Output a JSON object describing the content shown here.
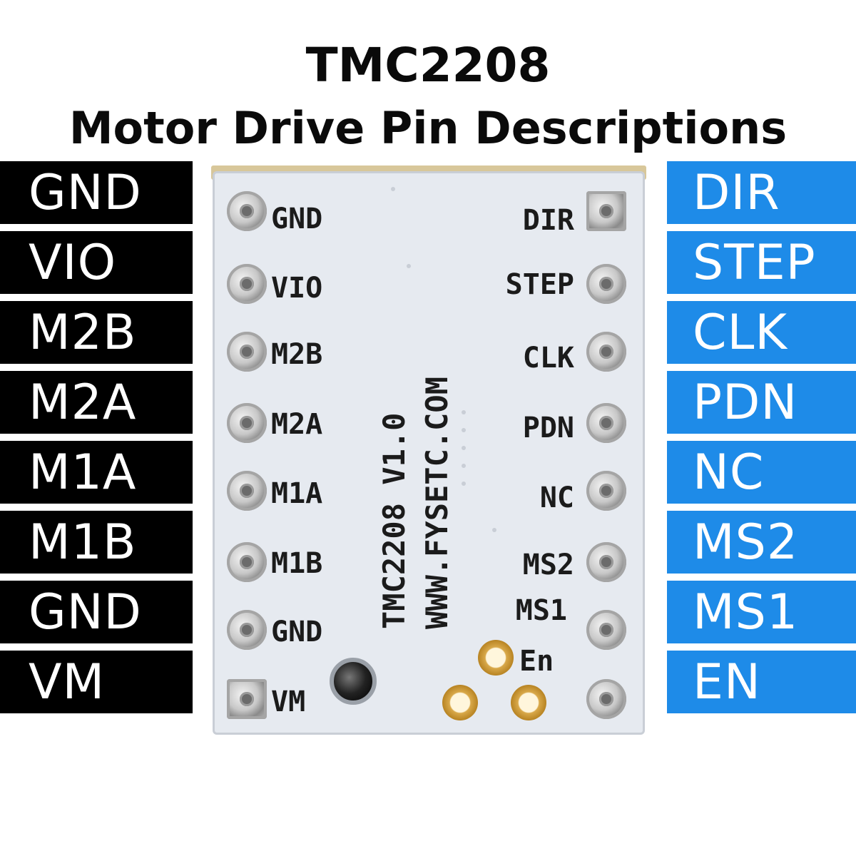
{
  "title": {
    "line1": "TMC2208",
    "line2": "Motor Drive Pin Descriptions"
  },
  "left_pins": [
    "GND",
    "VIO",
    "M2B",
    "M2A",
    "M1A",
    "M1B",
    "GND",
    "VM"
  ],
  "right_pins": [
    "DIR",
    "STEP",
    "CLK",
    "PDN",
    "NC",
    "MS2",
    "MS1",
    "EN"
  ],
  "board": {
    "left_silk": [
      "GND",
      "VIO",
      "M2B",
      "M2A",
      "M1A",
      "M1B",
      "GND",
      "VM"
    ],
    "right_silk": [
      "DIR",
      "STEP",
      "CLK",
      "PDN",
      "NC",
      "MS2",
      "MS1"
    ],
    "en_silk": "En",
    "model_text": "TMC2208 V1.0",
    "url_text": "WWW.FYSETC.COM"
  },
  "colors": {
    "left_label_bg": "#000000",
    "right_label_bg": "#1e8be8",
    "board_bg": "#e6eaf0"
  }
}
